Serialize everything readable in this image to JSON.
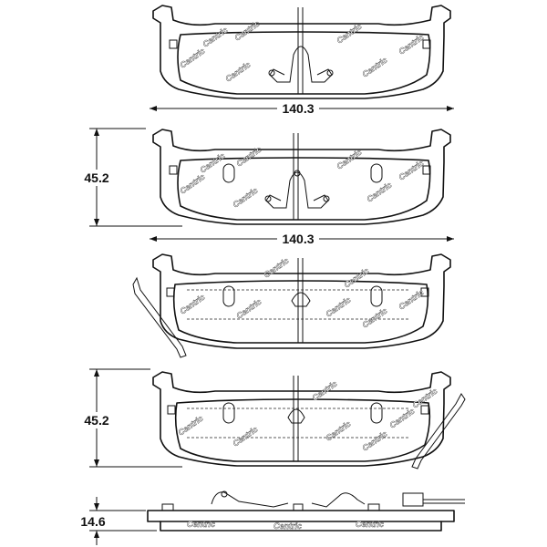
{
  "dimensions": {
    "width_top": "140.3",
    "height_upper": "45.2",
    "width_middle": "140.3",
    "height_lower": "45.2",
    "thickness": "14.6"
  },
  "watermark": "Centric"
}
